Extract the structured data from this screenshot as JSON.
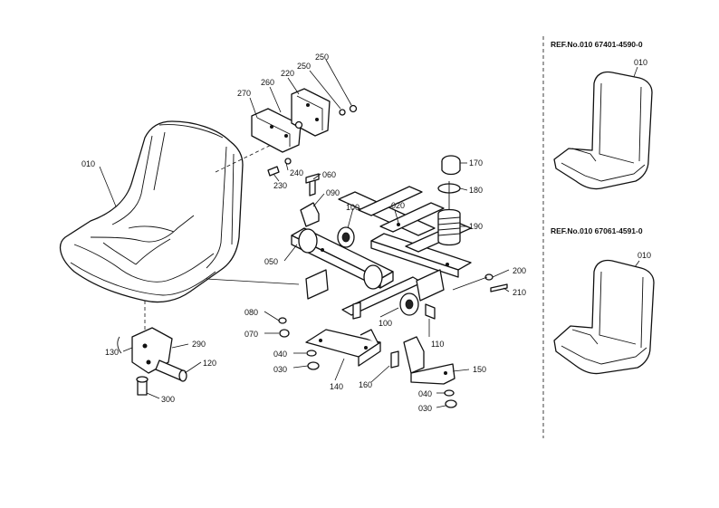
{
  "callouts": {
    "c010": "010",
    "c270": "270",
    "c260": "260",
    "c220": "220",
    "c250a": "250",
    "c250b": "250",
    "c240": "240",
    "c230": "230",
    "c060": "060",
    "c090": "090",
    "c100a": "100",
    "c020": "020",
    "c170": "170",
    "c180": "180",
    "c190": "190",
    "c050": "050",
    "c200": "200",
    "c210": "210",
    "c080": "080",
    "c070": "070",
    "c100b": "100",
    "c110": "110",
    "c040a": "040",
    "c030a": "030",
    "c130": "130",
    "c290": "290",
    "c120": "120",
    "c300": "300",
    "c140": "140",
    "c160": "160",
    "c150": "150",
    "c040b": "040",
    "c030b": "030"
  },
  "references": [
    {
      "header": "REF.No.010  67401-4590-0",
      "label": "010"
    },
    {
      "header": "REF.No.010  67061-4591-0",
      "label": "010"
    }
  ]
}
